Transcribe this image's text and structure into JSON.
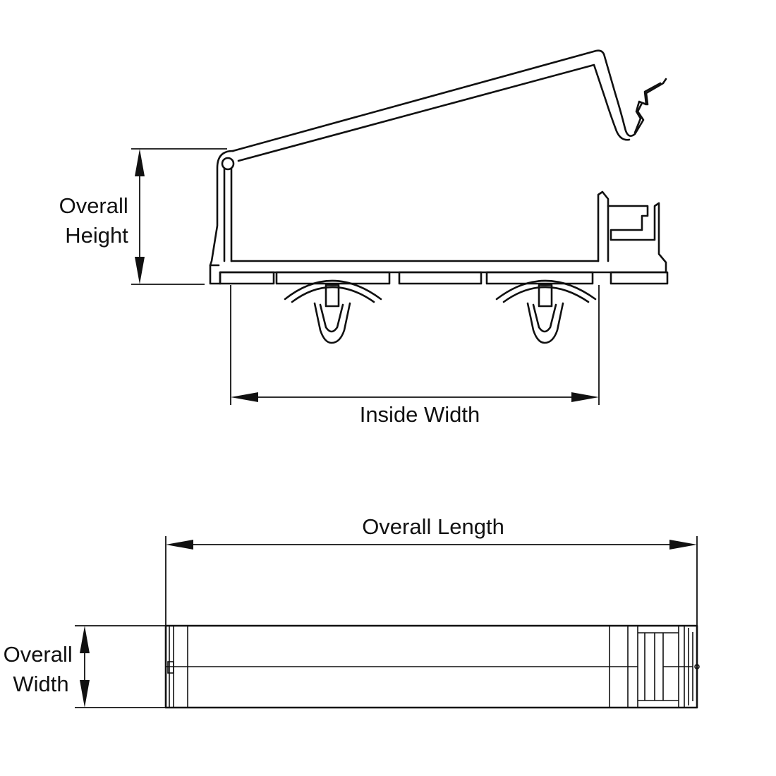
{
  "labels": {
    "overall_height": [
      "Overall",
      "Height"
    ],
    "inside_width": "Inside Width",
    "overall_length": "Overall Length",
    "overall_width": [
      "Overall",
      "Width"
    ]
  },
  "colors": {
    "line": "#111111",
    "background": "#ffffff"
  }
}
